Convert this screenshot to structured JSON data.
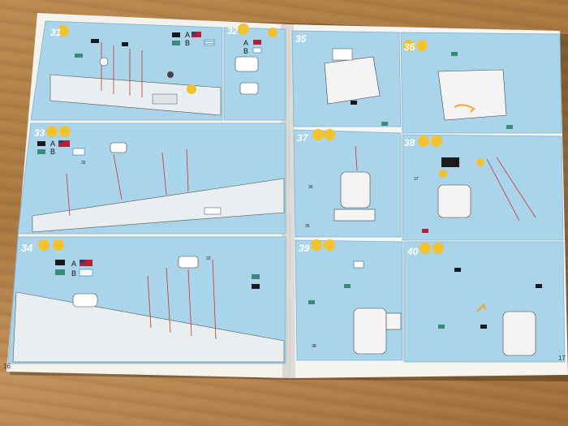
{
  "booklet": {
    "left_page_number": "16",
    "right_page_number": "17",
    "steps": [
      {
        "number": "31",
        "variants": [
          "A",
          "B"
        ]
      },
      {
        "number": "32",
        "variants": [
          "A",
          "B"
        ]
      },
      {
        "number": "33",
        "variants": [
          "A",
          "B"
        ]
      },
      {
        "number": "34",
        "variants": [
          "A",
          "B"
        ]
      },
      {
        "number": "35"
      },
      {
        "number": "36"
      },
      {
        "number": "37"
      },
      {
        "number": "38"
      },
      {
        "number": "39"
      },
      {
        "number": "40"
      }
    ],
    "sub_labels": {
      "s32_ref": "32",
      "s34_ref": "32",
      "s36_ref": "36",
      "s35_ref": "35",
      "s37_ref": "37",
      "s38_ref": "38"
    }
  },
  "colors": {
    "panel_blue": "#a9d4ea",
    "step_yellow": "#f2c230",
    "flag_green": "#3b8a7a",
    "flag_black": "#1a1a1a",
    "paper": "#f5f4ef"
  }
}
